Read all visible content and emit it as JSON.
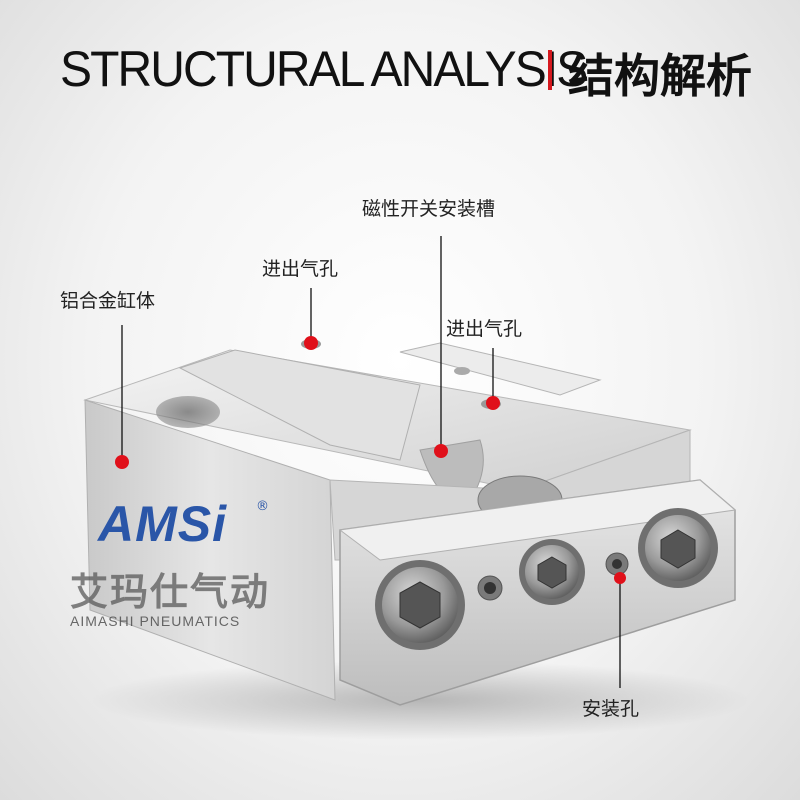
{
  "header": {
    "title_en": "STRUCTURAL ANALYSIS",
    "title_cn": "结构解析",
    "accent_color": "#d6191f"
  },
  "callouts": [
    {
      "label": "铝合金缸体"
    },
    {
      "label": "进出气孔"
    },
    {
      "label": "磁性开关安装槽"
    },
    {
      "label": "进出气孔"
    },
    {
      "label": "安装孔"
    }
  ],
  "brand": {
    "logo": "AMSi",
    "registered": "®",
    "name_cn": "艾玛仕气动",
    "name_en": "AIMASHI PNEUMATICS",
    "color": "#2a56a8"
  },
  "marker_color": "#e0101a"
}
